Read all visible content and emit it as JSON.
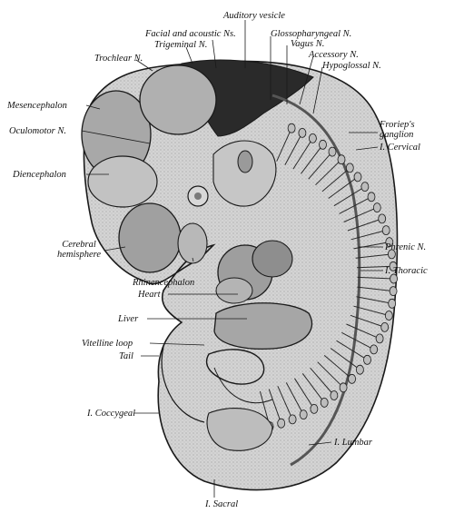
{
  "labels": {
    "auditory_vesicle": "Auditory vesicle",
    "facial_acoustic": "Facial and acoustic Ns.",
    "glossopharyngeal": "Glossopharyngeal N.",
    "trigeminal": "Trigeminal N.",
    "vagus": "Vagus N.",
    "accessory": "Accessory N.",
    "trochlear": "Trochlear N.",
    "hypoglossal": "Hypoglossal N.",
    "mesencephalon": "Mesencephalon",
    "froriep_1": "Froriep's",
    "froriep_2": "ganglion",
    "oculomotor": "Oculomotor N.",
    "cervical": "I. Cervical",
    "diencephalon": "Diencephalon",
    "cerebral_1": "Cerebral",
    "cerebral_2": "hemisphere",
    "phrenic": "Phrenic N.",
    "rhinencephalon": "Rhinencephalon",
    "thoracic": "I. Thoracic",
    "heart": "Heart",
    "liver": "Liver",
    "vitelline": "Vitelline loop",
    "tail": "Tail",
    "coccygeal": "I. Coccygeal",
    "lumbar": "I. Lumbar",
    "sacral": "I. Sacral"
  },
  "colors": {
    "tissue": "#cfcfcf",
    "tissue_light": "#e2e2e2",
    "shade": "#9a9a9a",
    "dark_cavity": "#2a2a2a",
    "outline": "#1a1a1a"
  }
}
